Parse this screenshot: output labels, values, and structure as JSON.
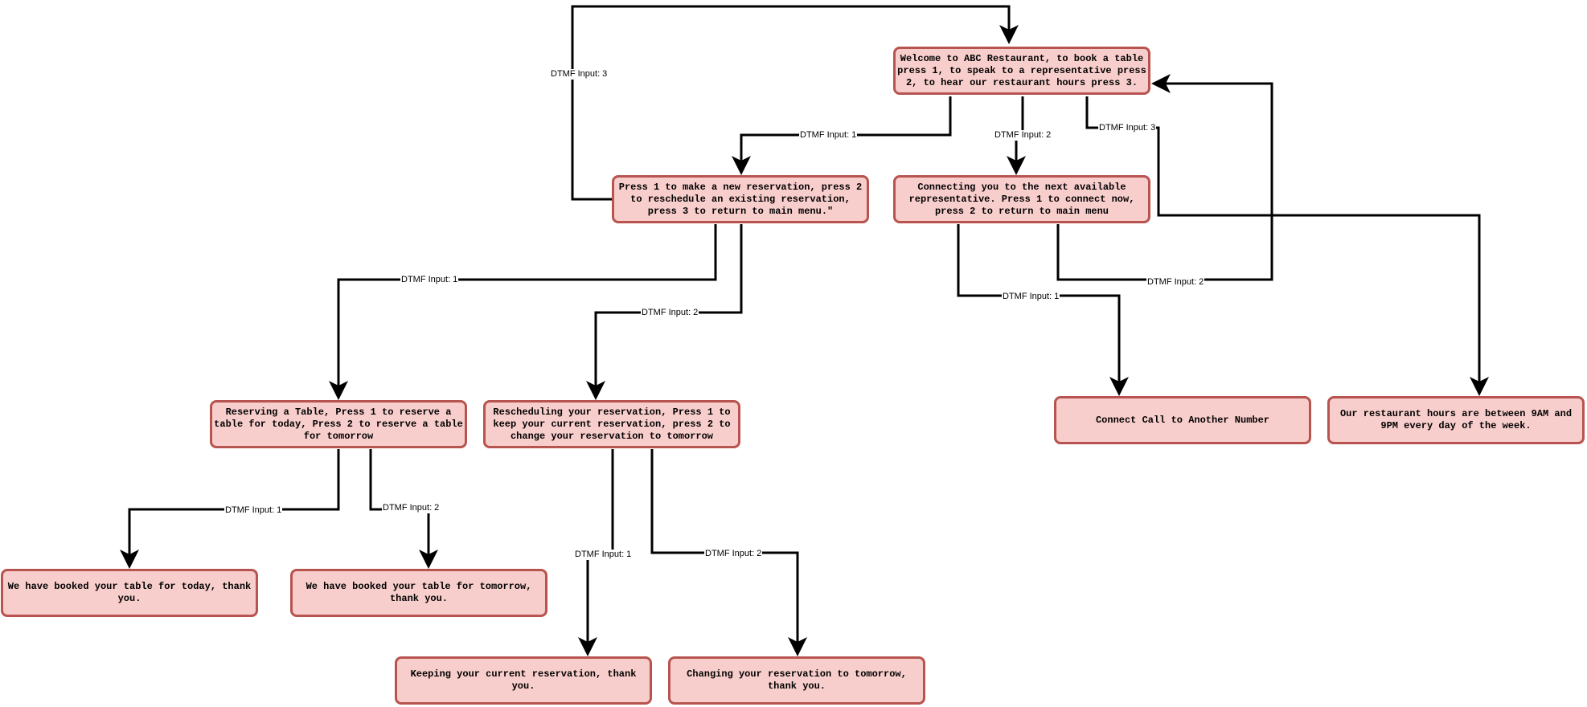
{
  "diagram": {
    "type": "ivr-flowchart",
    "colors": {
      "node_fill": "#f8cecc",
      "node_border": "#b85450",
      "edge": "#000000"
    },
    "nodes": {
      "welcome": "Welcome to ABC Restaurant, to book a table press 1, to speak to a representative press 2, to hear our restaurant hours press 3.",
      "reservation_menu": "Press 1 to make a new reservation, press 2 to reschedule an existing reservation, press 3 to return to main menu.\"",
      "connecting": "Connecting you to the next available representative. Press 1 to connect now, press 2 to return to main menu",
      "reserving_table": "Reserving a Table, Press 1 to reserve a table for today, Press 2 to reserve a table for tomorrow",
      "rescheduling": "Rescheduling your reservation, Press 1 to keep your current reservation, press 2 to change your reservation to tomorrow",
      "connect_call": "Connect Call to Another Number",
      "hours": "Our restaurant hours are between 9AM and 9PM every day of the week.",
      "booked_today": "We have booked your table for today, thank you.",
      "booked_tomorrow": "We have booked your table for tomorrow, thank you.",
      "keep_current": "Keeping your current reservation, thank you.",
      "change_tomorrow": "Changing your reservation to tomorrow, thank you."
    },
    "edges": [
      {
        "from": "welcome",
        "to": "reservation_menu",
        "label": "DTMF Input: 1"
      },
      {
        "from": "welcome",
        "to": "connecting",
        "label": "DTMF Input: 2"
      },
      {
        "from": "welcome",
        "to": "hours",
        "label": "DTMF Input: 3"
      },
      {
        "from": "reservation_menu",
        "to": "welcome",
        "label": "DTMF Input: 3"
      },
      {
        "from": "reservation_menu",
        "to": "reserving_table",
        "label": "DTMF Input: 1"
      },
      {
        "from": "reservation_menu",
        "to": "rescheduling",
        "label": "DTMF Input: 2"
      },
      {
        "from": "connecting",
        "to": "connect_call",
        "label": "DTMF Input: 1"
      },
      {
        "from": "connecting",
        "to": "welcome",
        "label": "DTMF Input: 2"
      },
      {
        "from": "reserving_table",
        "to": "booked_today",
        "label": "DTMF Input: 1"
      },
      {
        "from": "reserving_table",
        "to": "booked_tomorrow",
        "label": "DTMF Input: 2"
      },
      {
        "from": "rescheduling",
        "to": "keep_current",
        "label": "DTMF Input: 1"
      },
      {
        "from": "rescheduling",
        "to": "change_tomorrow",
        "label": "DTMF Input: 2"
      }
    ]
  }
}
